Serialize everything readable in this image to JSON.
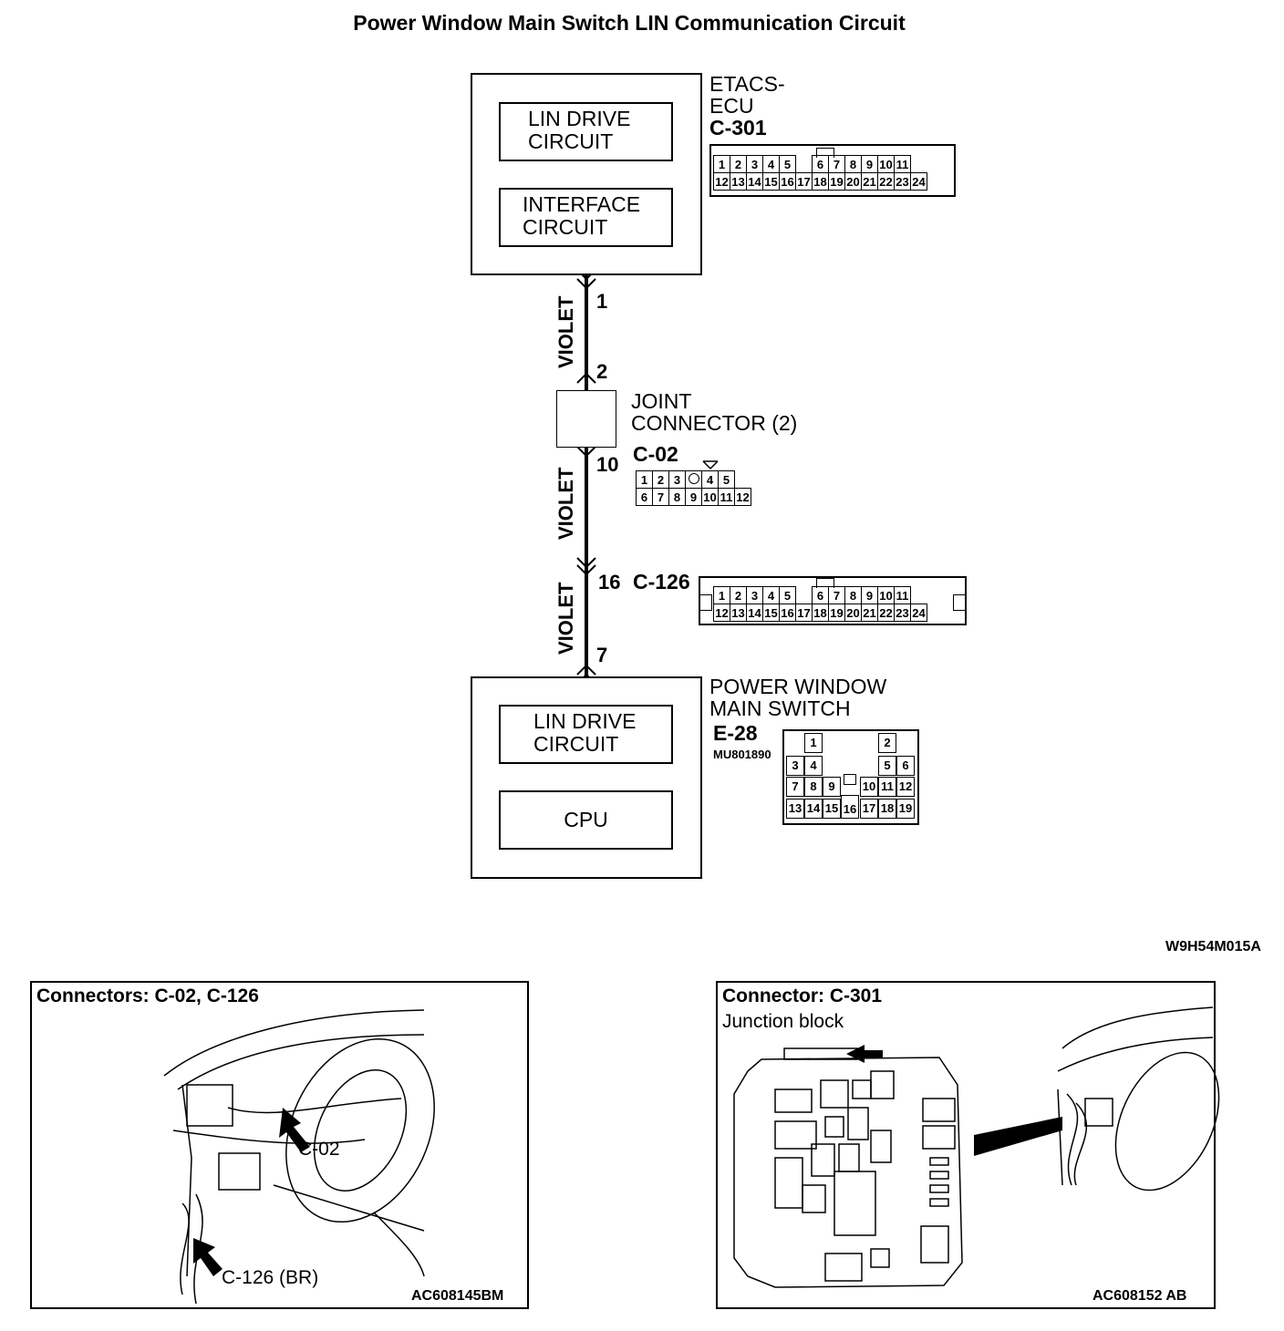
{
  "title": "Power Window Main Switch LIN Communication Circuit",
  "etacs": {
    "name_line1": "ETACS-",
    "name_line2": "ECU",
    "connector": "C-301",
    "block1_line1": "LIN DRIVE",
    "block1_line2": "CIRCUIT",
    "block2_line1": "INTERFACE",
    "block2_line2": "CIRCUIT",
    "pins_row1": [
      "1",
      "2",
      "3",
      "4",
      "5",
      "",
      "6",
      "7",
      "8",
      "9",
      "10",
      "11"
    ],
    "pins_row2": [
      "12",
      "13",
      "14",
      "15",
      "16",
      "17",
      "18",
      "19",
      "20",
      "21",
      "22",
      "23",
      "24"
    ]
  },
  "wires": [
    {
      "color": "VIOLET",
      "pin_top": "1",
      "pin_bottom": "2"
    },
    {
      "color": "VIOLET",
      "pin_top": "10",
      "pin_bottom": "16"
    },
    {
      "color": "VIOLET",
      "pin_top": "",
      "pin_bottom": "7"
    }
  ],
  "joint": {
    "name_line1": "JOINT",
    "name_line2": "CONNECTOR (2)",
    "connector": "C-02",
    "pins_row1": [
      "1",
      "2",
      "3",
      "",
      "4",
      "5"
    ],
    "pins_row2": [
      "6",
      "7",
      "8",
      "9",
      "10",
      "11",
      "12"
    ]
  },
  "c126": {
    "connector": "C-126",
    "pins_row1": [
      "1",
      "2",
      "3",
      "4",
      "5",
      "",
      "6",
      "7",
      "8",
      "9",
      "10",
      "11"
    ],
    "pins_row2": [
      "12",
      "13",
      "14",
      "15",
      "16",
      "17",
      "18",
      "19",
      "20",
      "21",
      "22",
      "23",
      "24"
    ]
  },
  "pwms": {
    "name_line1": "POWER WINDOW",
    "name_line2": "MAIN SWITCH",
    "connector": "E-28",
    "part_no": "MU801890",
    "block1_line1": "LIN DRIVE",
    "block1_line2": "CIRCUIT",
    "block2": "CPU",
    "pins": [
      "1",
      "2",
      "3",
      "4",
      "5",
      "6",
      "7",
      "8",
      "9",
      "10",
      "11",
      "12",
      "13",
      "14",
      "15",
      "16",
      "17",
      "18",
      "19"
    ]
  },
  "figure_code": "W9H54M015A",
  "panel_left": {
    "title": "Connectors: C-02, C-126",
    "callout1": "C-02",
    "callout2": "C-126 (BR)",
    "code": "AC608145BM"
  },
  "panel_right": {
    "title": "Connector: C-301",
    "subtitle": "Junction block",
    "code": "AC608152 AB"
  }
}
